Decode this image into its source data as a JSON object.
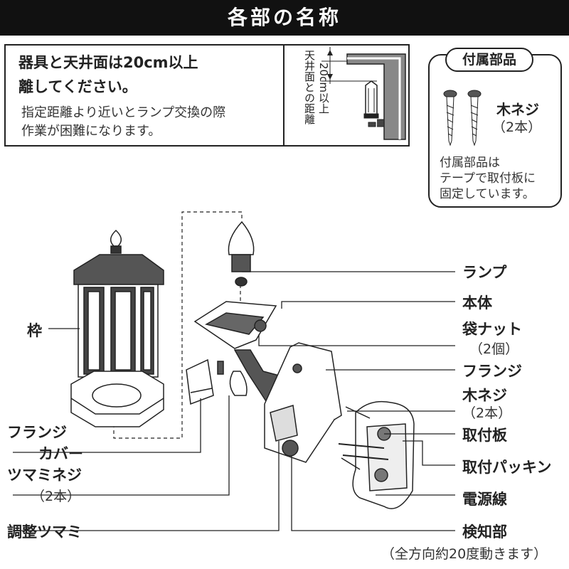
{
  "header": {
    "title": "各部の名称"
  },
  "notice": {
    "line1": "器具と天井面は20cm以上",
    "line2": "離してください。",
    "line3": "指定距離より近いとランプ交換の際",
    "line4": "作業が困難になります。",
    "diagram_v1": "天井面との距離",
    "diagram_v2": "20cm以上"
  },
  "accessories": {
    "title": "付属部品",
    "item_name": "木ネジ",
    "item_count": "（2本）",
    "note1": "付属部品は",
    "note2": "テープで取付板に",
    "note3": "固定しています。"
  },
  "parts": {
    "waku": "枠",
    "flange_cover_1": "フランジ",
    "flange_cover_2": "カバー",
    "tsumami_screw": "ツマミネジ",
    "tsumami_screw_count": "（2本）",
    "adjust_knob": "調整ツマミ",
    "lamp": "ランプ",
    "body": "本体",
    "cap_nut": "袋ナット",
    "cap_nut_count": "（2個）",
    "flange": "フランジ",
    "wood_screw": "木ネジ",
    "wood_screw_count": "（2本）",
    "mount_plate": "取付板",
    "mount_packing": "取付パッキン",
    "power_line": "電源線",
    "sensor": "検知部",
    "sensor_note": "（全方向約20度動きます）"
  }
}
